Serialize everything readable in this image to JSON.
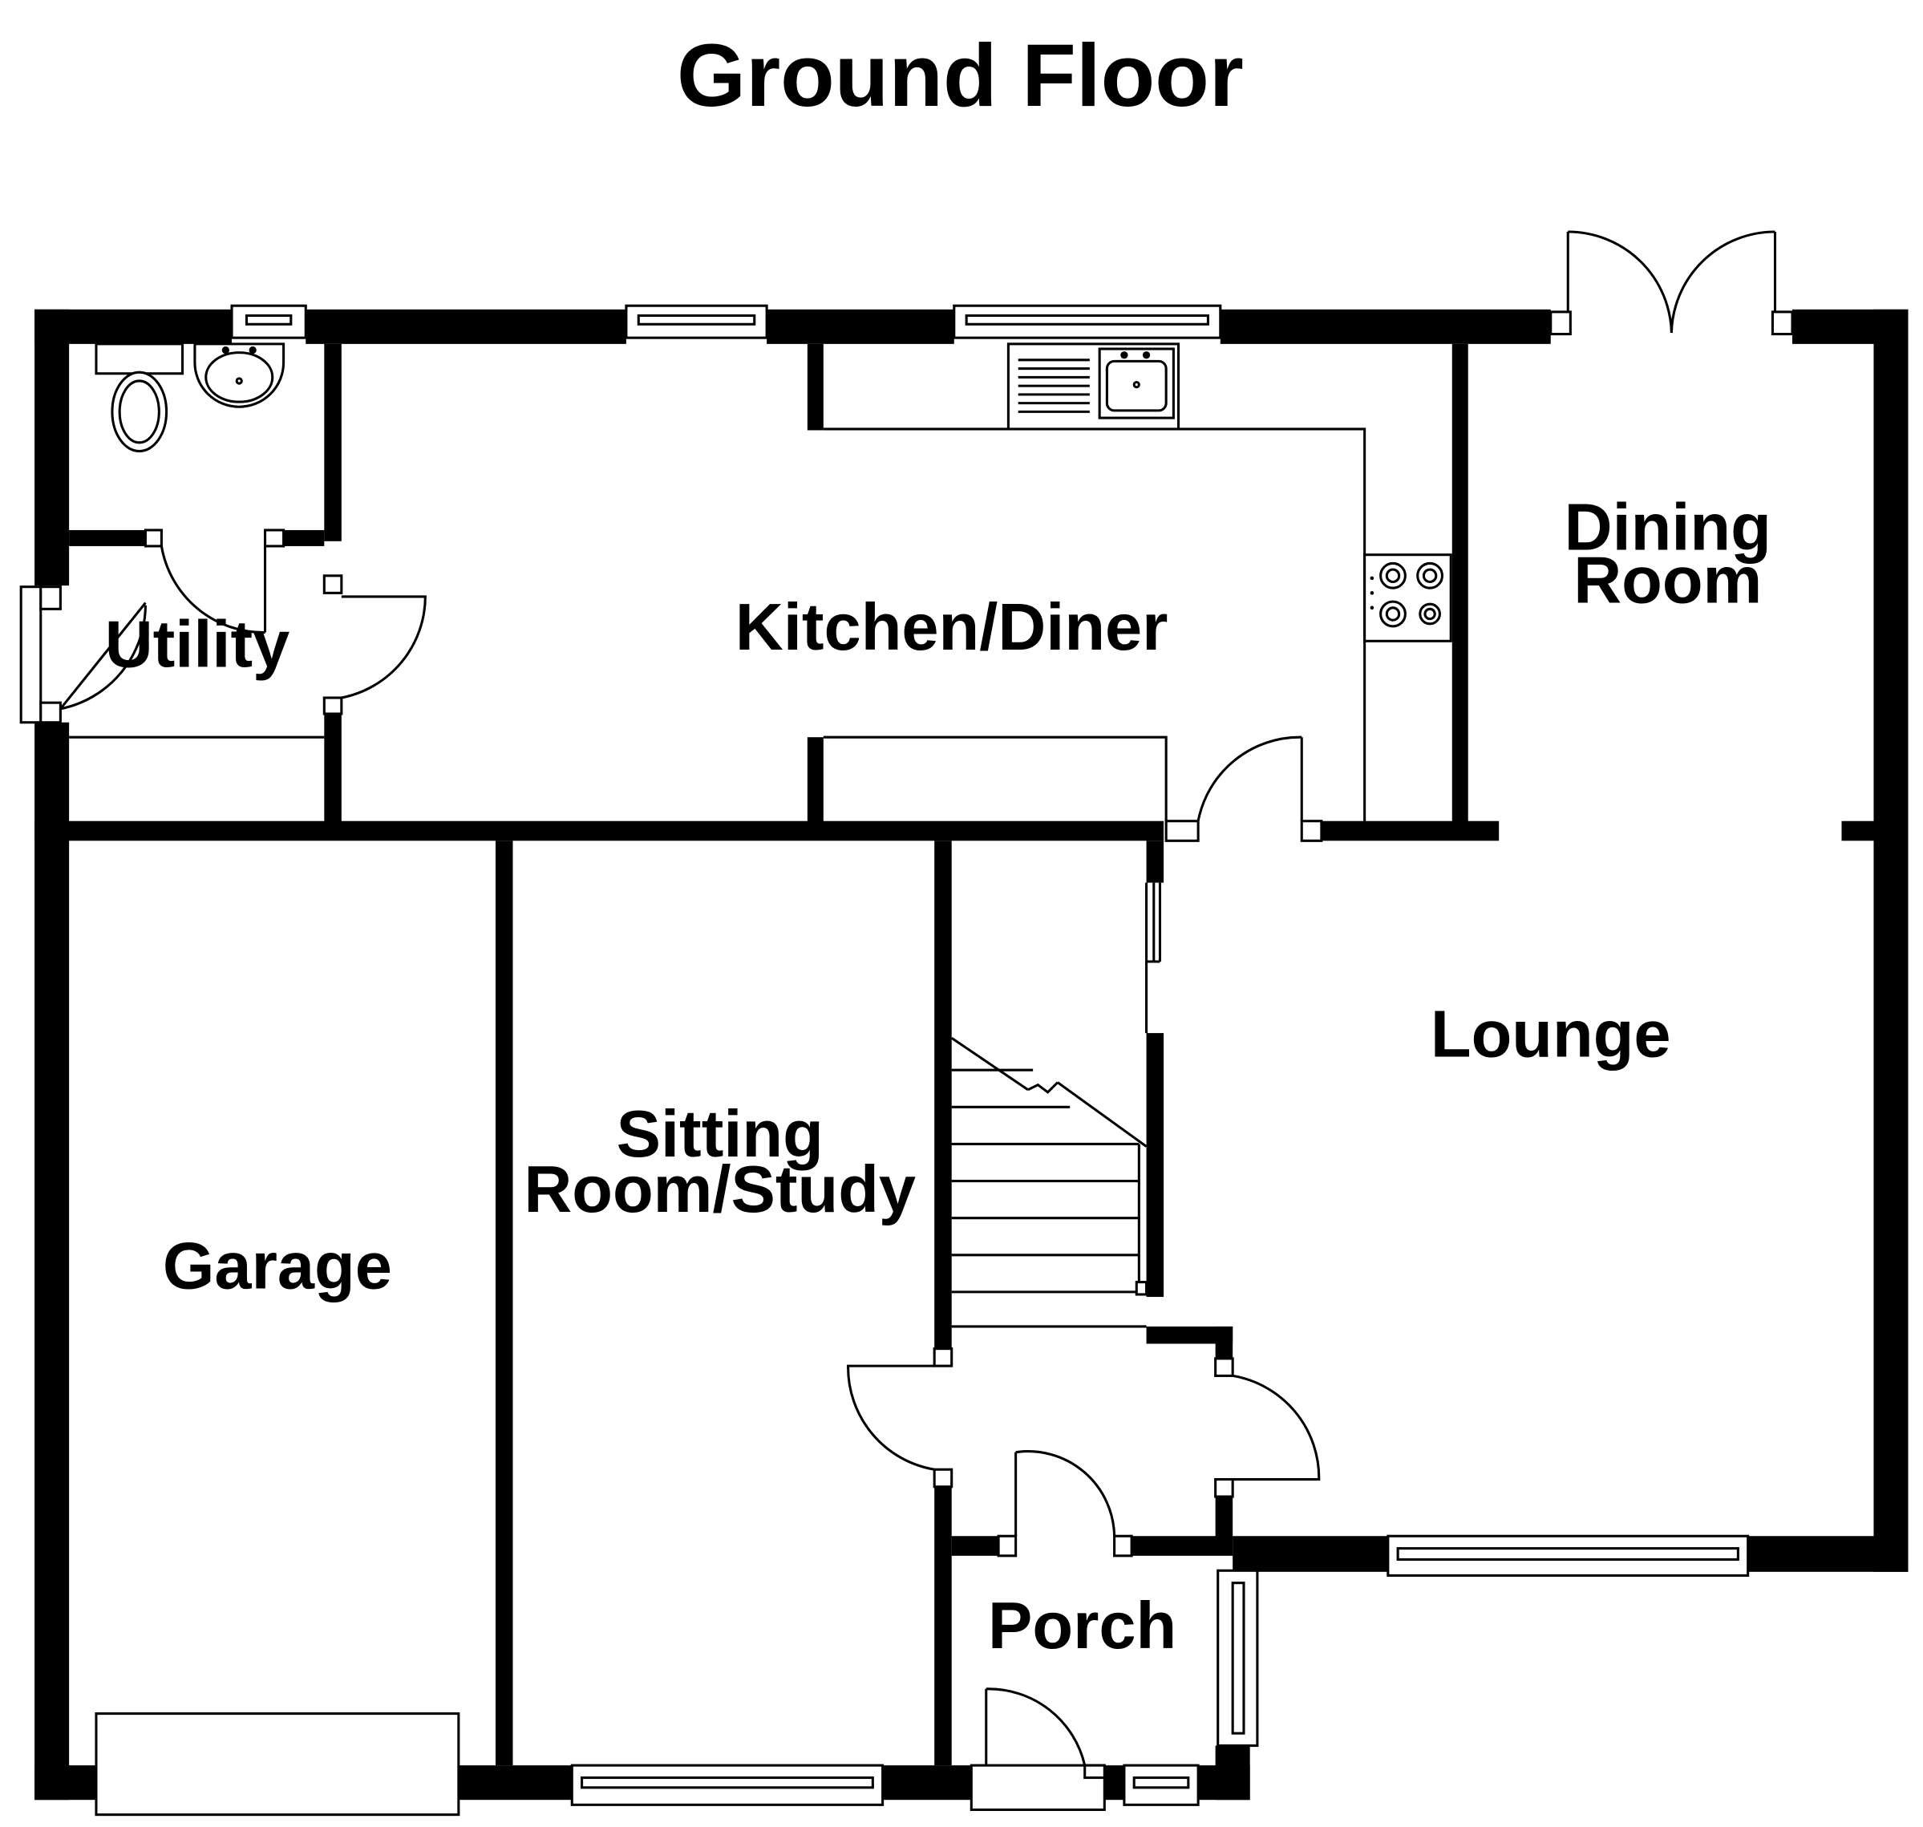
{
  "title": "Ground Floor",
  "rooms": {
    "utility": "Utility",
    "kitchen": "Kitchen/Diner",
    "dining_line1": "Dining",
    "dining_line2": "Room",
    "lounge": "Lounge",
    "sitting_line1": "Sitting",
    "sitting_line2": "Room/Study",
    "garage": "Garage",
    "porch": "Porch"
  },
  "colors": {
    "wall": "#000000",
    "background": "#ffffff"
  },
  "fixture_icons": [
    "toilet-icon",
    "sink-icon",
    "hob-icon",
    "stairs-icon"
  ]
}
